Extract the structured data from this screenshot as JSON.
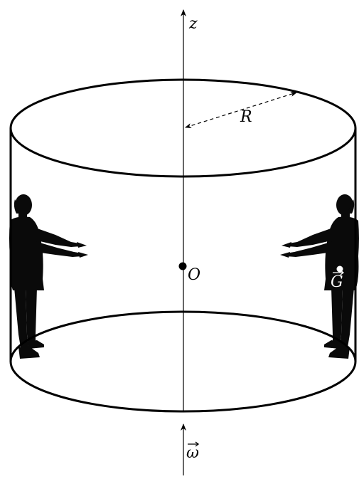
{
  "diagram": {
    "labels": {
      "axis": "z",
      "radius": "R",
      "center": "O",
      "center_of_mass": "G",
      "angular_velocity": "ω"
    },
    "colors": {
      "stroke": "#000000",
      "background": "#ffffff",
      "silhouette": "#0a0a0a",
      "g_marker": "#ffffff"
    },
    "icons": {
      "person_left": "person-silhouette-icon",
      "person_right": "person-silhouette-icon"
    }
  }
}
